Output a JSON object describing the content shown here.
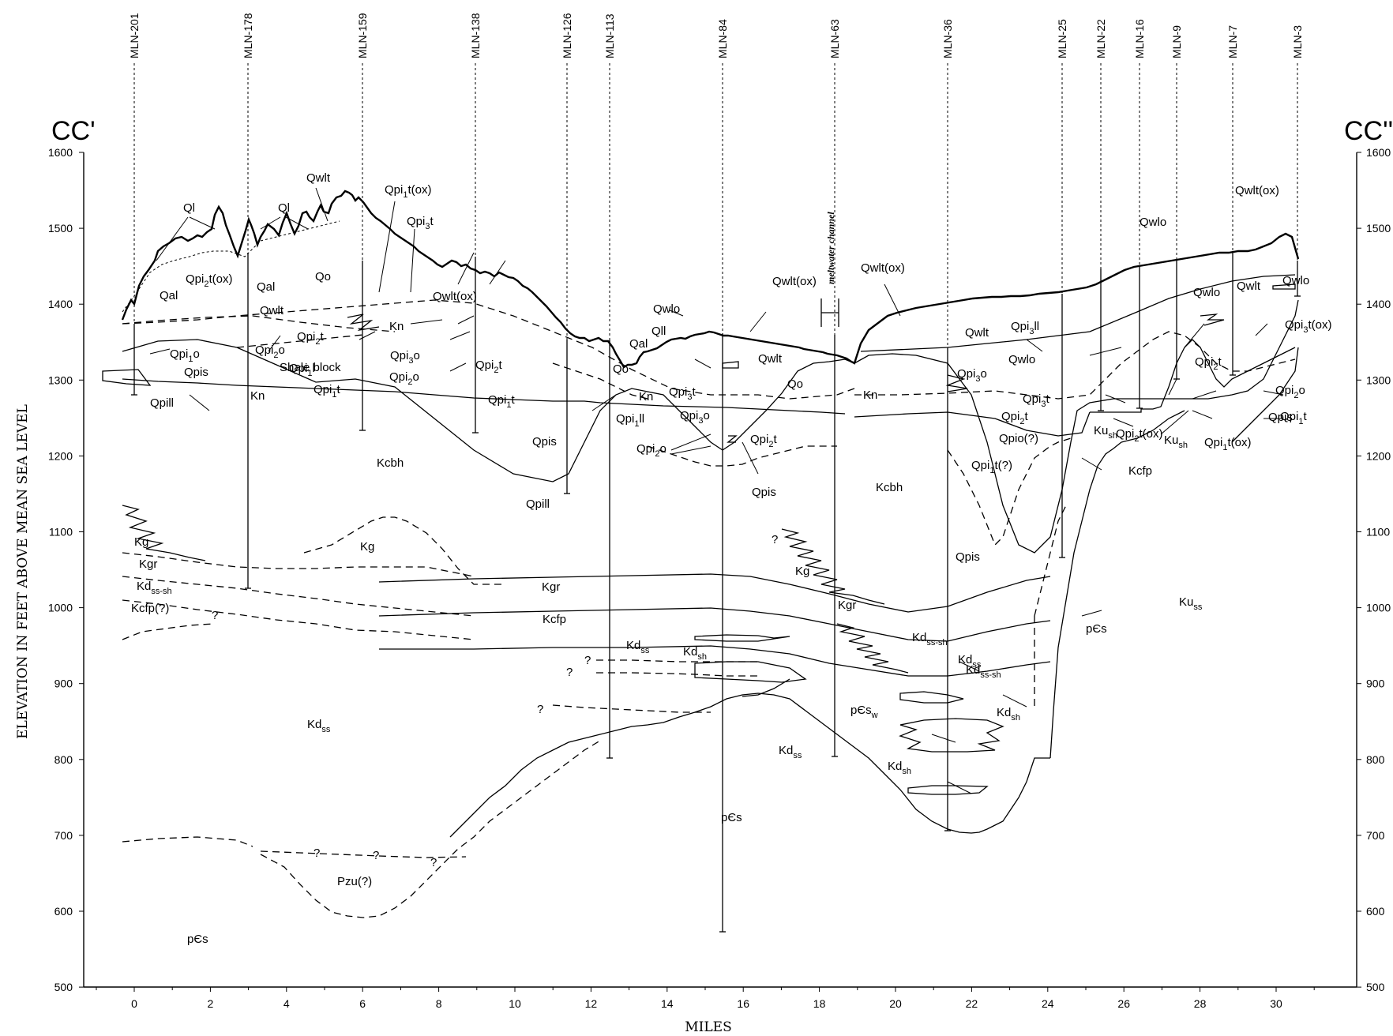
{
  "section": {
    "left_label": "CC'",
    "right_label": "CC''",
    "ylabel": "ELEVATION IN FEET ABOVE MEAN SEA LEVEL",
    "xlabel": "MILES",
    "channel_label": "meltwater channel",
    "y_ticks": [
      "1600",
      "1500",
      "1400",
      "1300",
      "1200",
      "1100",
      "1000",
      "900",
      "800",
      "700",
      "600",
      "500"
    ],
    "x_ticks": [
      "0",
      "2",
      "4",
      "6",
      "8",
      "10",
      "12",
      "14",
      "16",
      "18",
      "20",
      "22",
      "24",
      "26",
      "28",
      "30"
    ],
    "wells": [
      "MLN-201",
      "MLN-178",
      "MLN-159",
      "MLN-138",
      "MLN-126",
      "MLN-113",
      "MLN-84",
      "MLN-63",
      "MLN-36",
      "MLN-25",
      "MLN-22",
      "MLN-16",
      "MLN-9",
      "MLN-7",
      "MLN-3"
    ],
    "units": [
      {
        "b": "Ql",
        "s": ""
      },
      {
        "b": "Ql",
        "s": ""
      },
      {
        "b": "Qwlt",
        "s": ""
      },
      {
        "b": "Qpi",
        "s": "1",
        "t": "t(ox)"
      },
      {
        "b": "Qpi",
        "s": "3",
        "t": "t"
      },
      {
        "b": "Qpi",
        "s": "2",
        "t": "t(ox)"
      },
      {
        "b": "Qal",
        "s": ""
      },
      {
        "b": "Qal",
        "s": ""
      },
      {
        "b": "Qo",
        "s": ""
      },
      {
        "b": "Qwlt(ox)",
        "s": ""
      },
      {
        "b": "Qwlt",
        "s": ""
      },
      {
        "b": "Qpi",
        "s": "2",
        "t": "t"
      },
      {
        "b": "Qpi",
        "s": "1",
        "t": "o"
      },
      {
        "b": "Kn",
        "s": ""
      },
      {
        "b": "Qpi",
        "s": "1",
        "t": "l"
      },
      {
        "b": "Qpi",
        "s": "2",
        "t": "o"
      },
      {
        "b": "Shale block",
        "s": ""
      },
      {
        "b": "Qpis",
        "s": ""
      },
      {
        "b": "Qpi",
        "s": "3",
        "t": "o"
      },
      {
        "b": "Qpi",
        "s": "2",
        "t": "o"
      },
      {
        "b": "Qpi",
        "s": "2",
        "t": "t"
      },
      {
        "b": "Qpi",
        "s": "1",
        "t": "t"
      },
      {
        "b": "Kn",
        "s": ""
      },
      {
        "b": "Qpill",
        "s": ""
      },
      {
        "b": "Qpi",
        "s": "1",
        "t": "t"
      },
      {
        "b": "Kcbh",
        "s": ""
      },
      {
        "b": "Qpis",
        "s": ""
      },
      {
        "b": "Qpill",
        "s": ""
      },
      {
        "b": "Qo",
        "s": ""
      },
      {
        "b": "Qpi",
        "s": "1",
        "t": "ll"
      },
      {
        "b": "Qwlo",
        "s": ""
      },
      {
        "b": "Qal",
        "s": ""
      },
      {
        "b": "Qll",
        "s": ""
      },
      {
        "b": "Qwlt(ox)",
        "s": ""
      },
      {
        "b": "Qwlt",
        "s": ""
      },
      {
        "b": "Kn",
        "s": ""
      },
      {
        "b": "Qpi",
        "s": "3",
        "t": "t"
      },
      {
        "b": "Qo",
        "s": ""
      },
      {
        "b": "Qpi",
        "s": "3",
        "t": "o"
      },
      {
        "b": "Qpi",
        "s": "2",
        "t": "t"
      },
      {
        "b": "Qpi",
        "s": "2",
        "t": "o"
      },
      {
        "b": "Qpis",
        "s": ""
      },
      {
        "b": "Qwlt(ox)",
        "s": ""
      },
      {
        "b": "Kn",
        "s": ""
      },
      {
        "b": "Kcbh",
        "s": ""
      },
      {
        "b": "Qwlt",
        "s": ""
      },
      {
        "b": "Qpi",
        "s": "3",
        "t": "ll"
      },
      {
        "b": "Qwlo",
        "s": ""
      },
      {
        "b": "Qpi",
        "s": "3",
        "t": "o"
      },
      {
        "b": "Qpi",
        "s": "3",
        "t": "t"
      },
      {
        "b": "Qpi",
        "s": "2",
        "t": "t"
      },
      {
        "b": "Qpio(?)",
        "s": ""
      },
      {
        "b": "Qpi",
        "s": "1",
        "t": "t(?)"
      },
      {
        "b": "Qpis",
        "s": ""
      },
      {
        "b": "Qwlo",
        "s": ""
      },
      {
        "b": "Qwlo",
        "s": ""
      },
      {
        "b": "Qwlt",
        "s": ""
      },
      {
        "b": "Qwlt(ox)",
        "s": ""
      },
      {
        "b": "Qwlo",
        "s": ""
      },
      {
        "b": "Qpi",
        "s": "3",
        "t": "t(ox)"
      },
      {
        "b": "Qpi",
        "s": "2",
        "t": "t"
      },
      {
        "b": "Qpi",
        "s": "2",
        "t": "o"
      },
      {
        "b": "Qpi",
        "s": "1",
        "t": "t"
      },
      {
        "b": "Qpis",
        "s": ""
      },
      {
        "b": "Ku",
        "s": "sh"
      },
      {
        "b": "Qpi",
        "s": "2",
        "t": "t(ox)"
      },
      {
        "b": "Qpi",
        "s": "1",
        "t": "t(ox)"
      },
      {
        "b": "Ku",
        "s": "sh"
      },
      {
        "b": "Kcfp",
        "s": ""
      },
      {
        "b": "Kg",
        "s": ""
      },
      {
        "b": "Kgr",
        "s": ""
      },
      {
        "b": "Kd",
        "s": "ss-sh"
      },
      {
        "b": "Kcfp(?)",
        "s": ""
      },
      {
        "b": "Kg",
        "s": ""
      },
      {
        "b": "Kgr",
        "s": ""
      },
      {
        "b": "Kcfp",
        "s": ""
      },
      {
        "b": "Kg",
        "s": ""
      },
      {
        "b": "Kgr",
        "s": ""
      },
      {
        "b": "Kd",
        "s": "ss-sh"
      },
      {
        "b": "Kd",
        "s": "ss"
      },
      {
        "b": "Kd",
        "s": "sh"
      },
      {
        "b": "Kd",
        "s": "ss-sh"
      },
      {
        "b": "Kd",
        "s": "ss"
      },
      {
        "b": "Kd",
        "s": "ss"
      },
      {
        "b": "pЄs",
        "s": "w"
      },
      {
        "b": "Kd",
        "s": "ss"
      },
      {
        "b": "Kd",
        "s": "sh"
      },
      {
        "b": "Kd",
        "s": "sh"
      },
      {
        "b": "pЄs",
        "s": ""
      },
      {
        "b": "Ku",
        "s": "ss"
      },
      {
        "b": "pЄs",
        "s": ""
      },
      {
        "b": "Pzu(?)",
        "s": ""
      },
      {
        "b": "pЄs",
        "s": ""
      },
      {
        "b": "?",
        "s": ""
      },
      {
        "b": "?",
        "s": ""
      },
      {
        "b": "?",
        "s": ""
      },
      {
        "b": "?",
        "s": ""
      },
      {
        "b": "?",
        "s": ""
      },
      {
        "b": "?",
        "s": ""
      },
      {
        "b": "?",
        "s": ""
      },
      {
        "b": "?",
        "s": ""
      }
    ]
  }
}
